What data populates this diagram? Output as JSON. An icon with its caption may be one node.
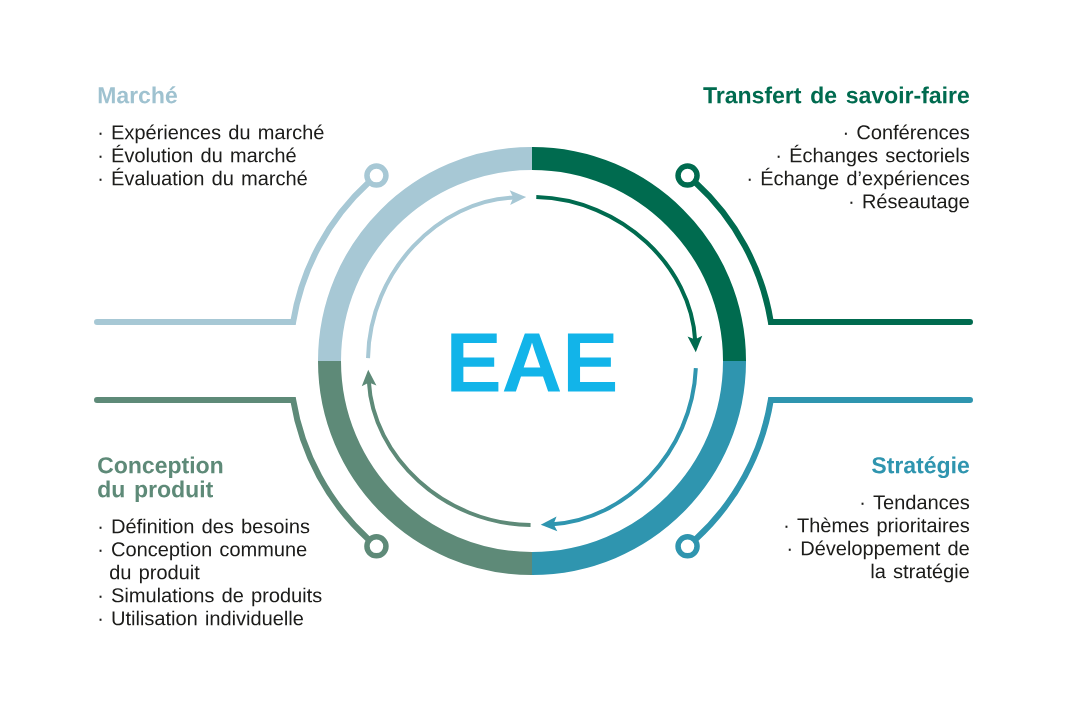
{
  "diagram": {
    "nodes": [
      {
        "text": [],
        "shape": "arc",
        "beside": [
          "Marché",
          "· Expériences du marché",
          "· Évolution du marché",
          "· Évaluation du marché"
        ]
      },
      {
        "text": [],
        "shape": "arc",
        "beside": [
          "Transfert de savoir-faire",
          "· Conférences",
          "· Échanges sectoriels",
          "· Échange d’expériences",
          "· Réseautage"
        ]
      },
      {
        "text": [],
        "shape": "arc",
        "beside": [
          "Conception du produit",
          "· Définition des besoins",
          "· Conception commune du produit",
          "· Simulations de produits",
          "· Utilisation individuelle"
        ]
      },
      {
        "text": [],
        "shape": "arc",
        "beside": [
          "Stratégie",
          "· Tendances",
          "· Thèmes prioritaires",
          "· Développement de la stratégie"
        ]
      }
    ],
    "labels": [
      "EAE"
    ]
  }
}
